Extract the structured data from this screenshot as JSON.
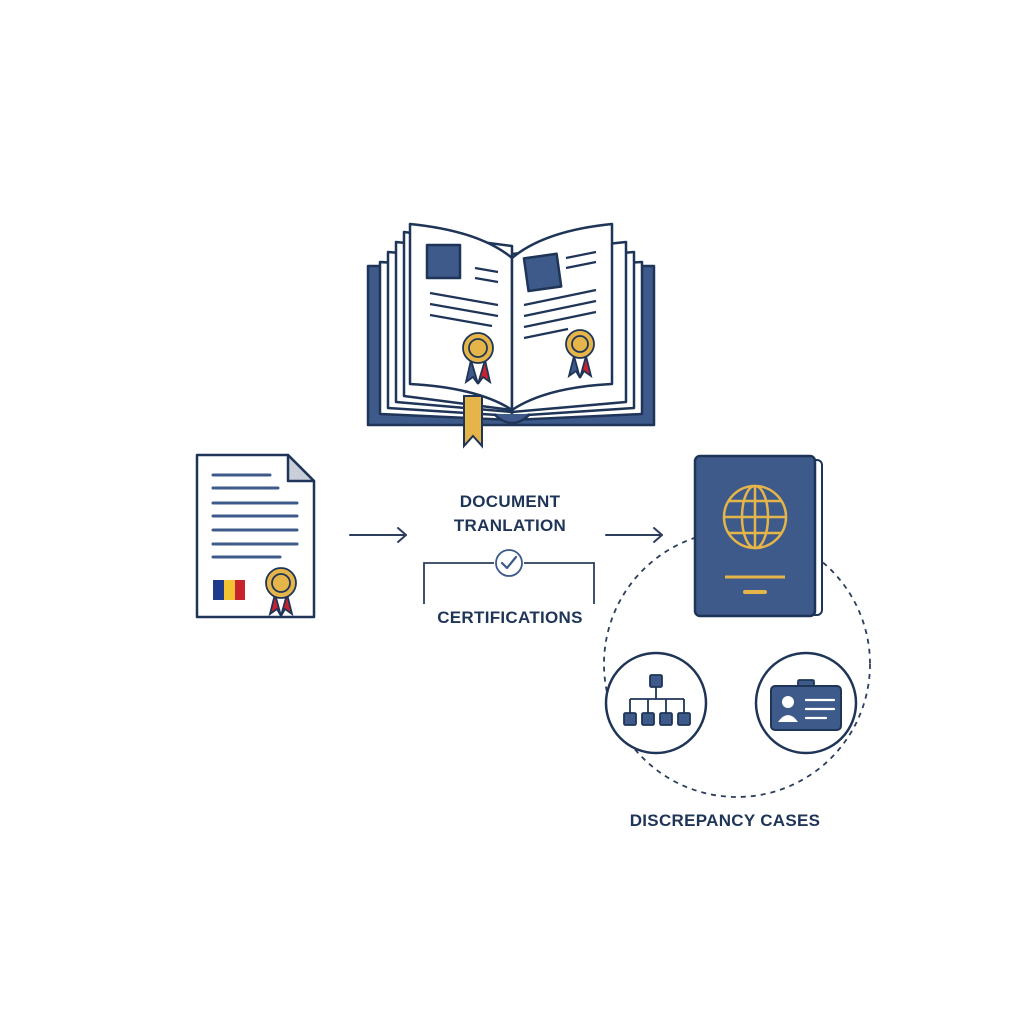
{
  "labels": {
    "translation_line1": "DOCUMENT",
    "translation_line2": "TRANLATION",
    "certifications": "CERTIFICATIONS",
    "discrepancy": "DISCREPANCY CASES"
  },
  "icons": [
    "open-book-icon",
    "certificate-document-icon",
    "passport-icon",
    "hierarchy-icon",
    "id-card-icon",
    "checkmark-icon",
    "arrow-right-icon"
  ],
  "colors": {
    "navy": "#1f3558",
    "blue": "#3d5a8a",
    "gold": "#e5b54a",
    "red": "#c8222c",
    "line": "#2c3e5c"
  }
}
